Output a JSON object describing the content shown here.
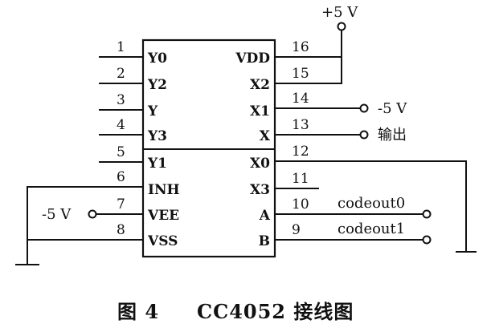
{
  "chip": {
    "left_pins": [
      {
        "num": "1",
        "label": "Y0"
      },
      {
        "num": "2",
        "label": "Y2"
      },
      {
        "num": "3",
        "label": "Y"
      },
      {
        "num": "4",
        "label": "Y3"
      },
      {
        "num": "5",
        "label": "Y1"
      },
      {
        "num": "6",
        "label": "INH"
      },
      {
        "num": "7",
        "label": "VEE"
      },
      {
        "num": "8",
        "label": "VSS"
      }
    ],
    "right_pins": [
      {
        "num": "16",
        "label": "VDD"
      },
      {
        "num": "15",
        "label": "X2"
      },
      {
        "num": "14",
        "label": "X1"
      },
      {
        "num": "13",
        "label": "X"
      },
      {
        "num": "12",
        "label": "X0"
      },
      {
        "num": "11",
        "label": "X3"
      },
      {
        "num": "10",
        "label": "A"
      },
      {
        "num": "9",
        "label": "B"
      }
    ]
  },
  "nets": {
    "vdd_supply": "+5 V",
    "x1_supply": "-5 V",
    "x_output": "输出",
    "vee_supply": "-5 V",
    "codeout0": "codeout0",
    "codeout1": "codeout1"
  },
  "caption": {
    "figure": "图 4",
    "title": "CC4052 接线图"
  }
}
